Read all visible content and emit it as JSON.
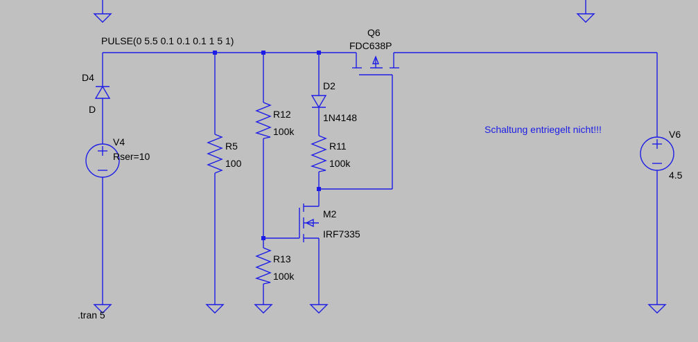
{
  "source": {
    "value": "PULSE(0 5.5 0.1 0.1 0.1 1 5 1)"
  },
  "d4": {
    "name": "D4",
    "model": "D"
  },
  "v4": {
    "name": "V4",
    "param": "Rser=10"
  },
  "r5": {
    "name": "R5",
    "value": "100"
  },
  "r12": {
    "name": "R12",
    "value": "100k"
  },
  "r13": {
    "name": "R13",
    "value": "100k"
  },
  "d2": {
    "name": "D2",
    "model": "1N4148"
  },
  "r11": {
    "name": "R11",
    "value": "100k"
  },
  "m2": {
    "name": "M2",
    "model": "IRF7335"
  },
  "q6": {
    "name": "Q6",
    "model": "FDC638P"
  },
  "v6": {
    "name": "V6",
    "value": "4.5"
  },
  "comment": "Schaltung entriegelt nicht!!!",
  "directive": ".tran 5",
  "colors": {
    "background": "#c0c0c0",
    "wire": "#1c1ce6",
    "text": "#000000",
    "comment": "#1c1ce6"
  }
}
